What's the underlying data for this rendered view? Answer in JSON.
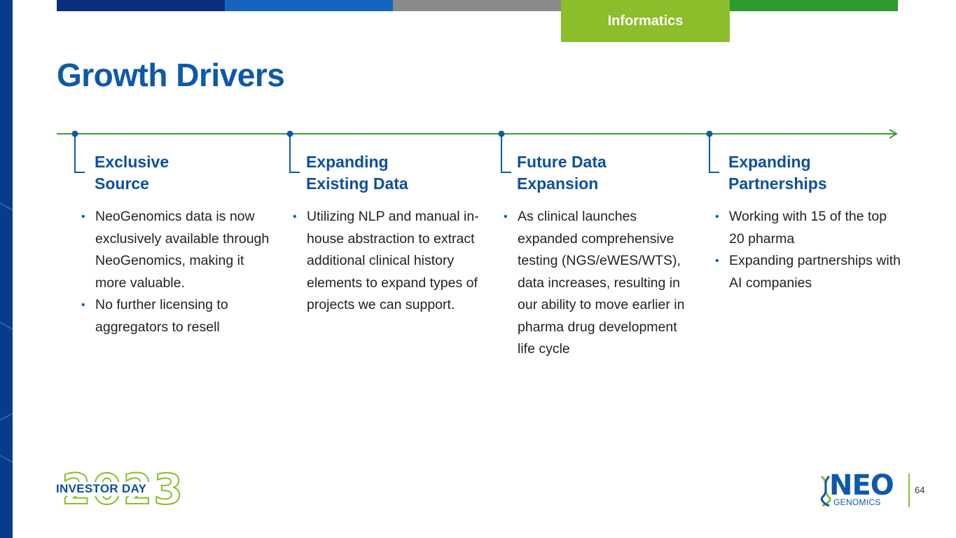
{
  "header": {
    "tab_label": "Informatics",
    "bar_colors": [
      "#0a2f7a",
      "#1565c0",
      "#8a8a8a",
      "#ffffff",
      "#2e9b2e"
    ]
  },
  "page": {
    "title": "Growth Drivers",
    "page_number": "64"
  },
  "colors": {
    "brand_blue": "#0e59a8",
    "accent_green": "#8cbd2a",
    "timeline_green": "#3a9b3a"
  },
  "columns": [
    {
      "heading": [
        "Exclusive",
        "Source"
      ],
      "bullets": [
        "NeoGenomics data is now exclusively available through NeoGenomics, making it more valuable.",
        "No further licensing to aggregators to resell"
      ]
    },
    {
      "heading": [
        "Expanding",
        "Existing Data"
      ],
      "bullets": [
        "Utilizing NLP and manual in-house abstraction to extract additional clinical history elements to expand types of projects we can support."
      ]
    },
    {
      "heading": [
        "Future Data",
        "Expansion"
      ],
      "bullets": [
        "As clinical launches expanded comprehensive testing (NGS/eWES/WTS), data increases, resulting in our ability to move earlier in pharma drug development life cycle"
      ]
    },
    {
      "heading": [
        "Expanding",
        "Partnerships"
      ],
      "bullets": [
        "Working with 15 of the top 20 pharma",
        "Expanding partnerships with AI companies"
      ]
    }
  ],
  "footer": {
    "event_year": "2023",
    "event_name": "INVESTOR DAY",
    "brand_name": "NEO",
    "brand_sub": "GENOMICS"
  },
  "icons": {
    "bullet": "•"
  }
}
